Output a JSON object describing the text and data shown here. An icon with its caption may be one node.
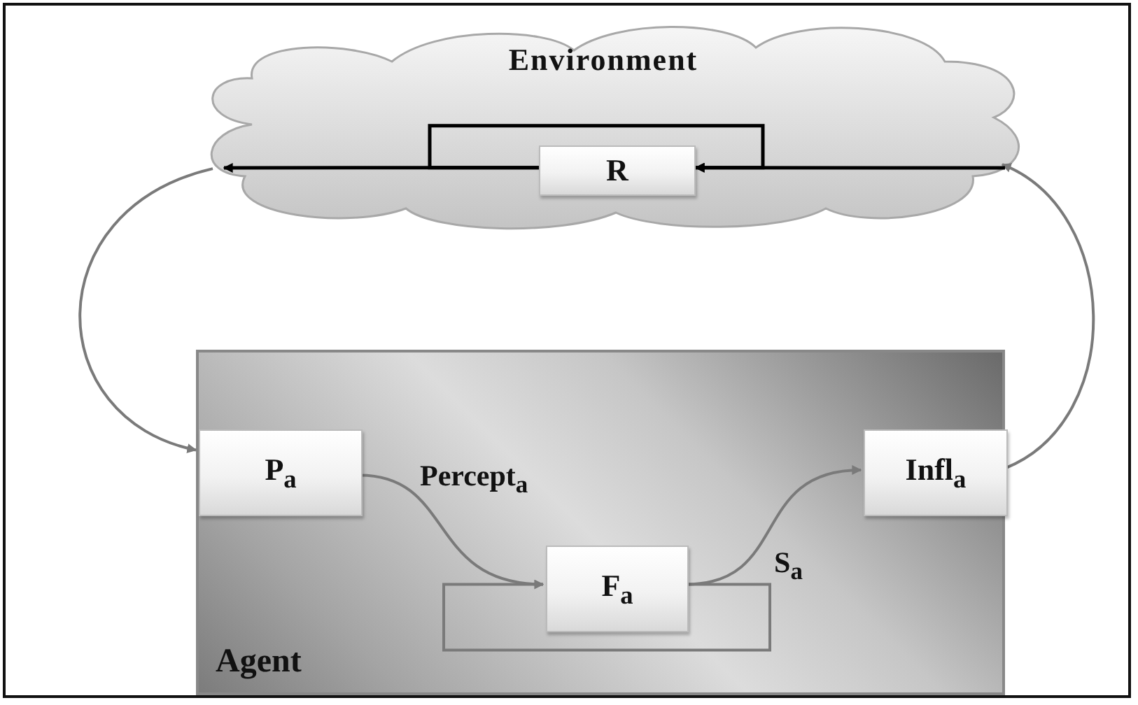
{
  "diagram": {
    "nodes": [
      {
        "text": [
          "Environment"
        ]
      },
      {
        "text": [
          "R"
        ],
        "in": 0
      },
      {
        "text": [
          "Agent"
        ]
      },
      {
        "text": [
          "P$_{a}$"
        ],
        "in": 2
      },
      {
        "text": [
          "F$_{a}$"
        ],
        "in": 2
      },
      {
        "text": [
          "Infl$_{a}$"
        ],
        "in": 2
      }
    ],
    "edges": [
      {
        "from": 0,
        "to": 3,
        "arrow": "to"
      },
      {
        "from": 5,
        "to": 0,
        "arrow": "to"
      },
      {
        "from": 3,
        "to": 4,
        "arrow": "to",
        "label": "Percept$_{a}$"
      },
      {
        "from": 4,
        "to": 5,
        "arrow": "to",
        "label": "S$_{a}$"
      },
      {
        "from": 4,
        "to": 4,
        "arrow": "none"
      },
      {
        "from": null,
        "to": 1,
        "arrow": "to",
        "color": "#000000"
      },
      {
        "from": 1,
        "to": null,
        "arrow": "to",
        "color": "#000000"
      },
      {
        "from": 1,
        "to": 1,
        "arrow": "to",
        "color": "#000000"
      }
    ]
  }
}
